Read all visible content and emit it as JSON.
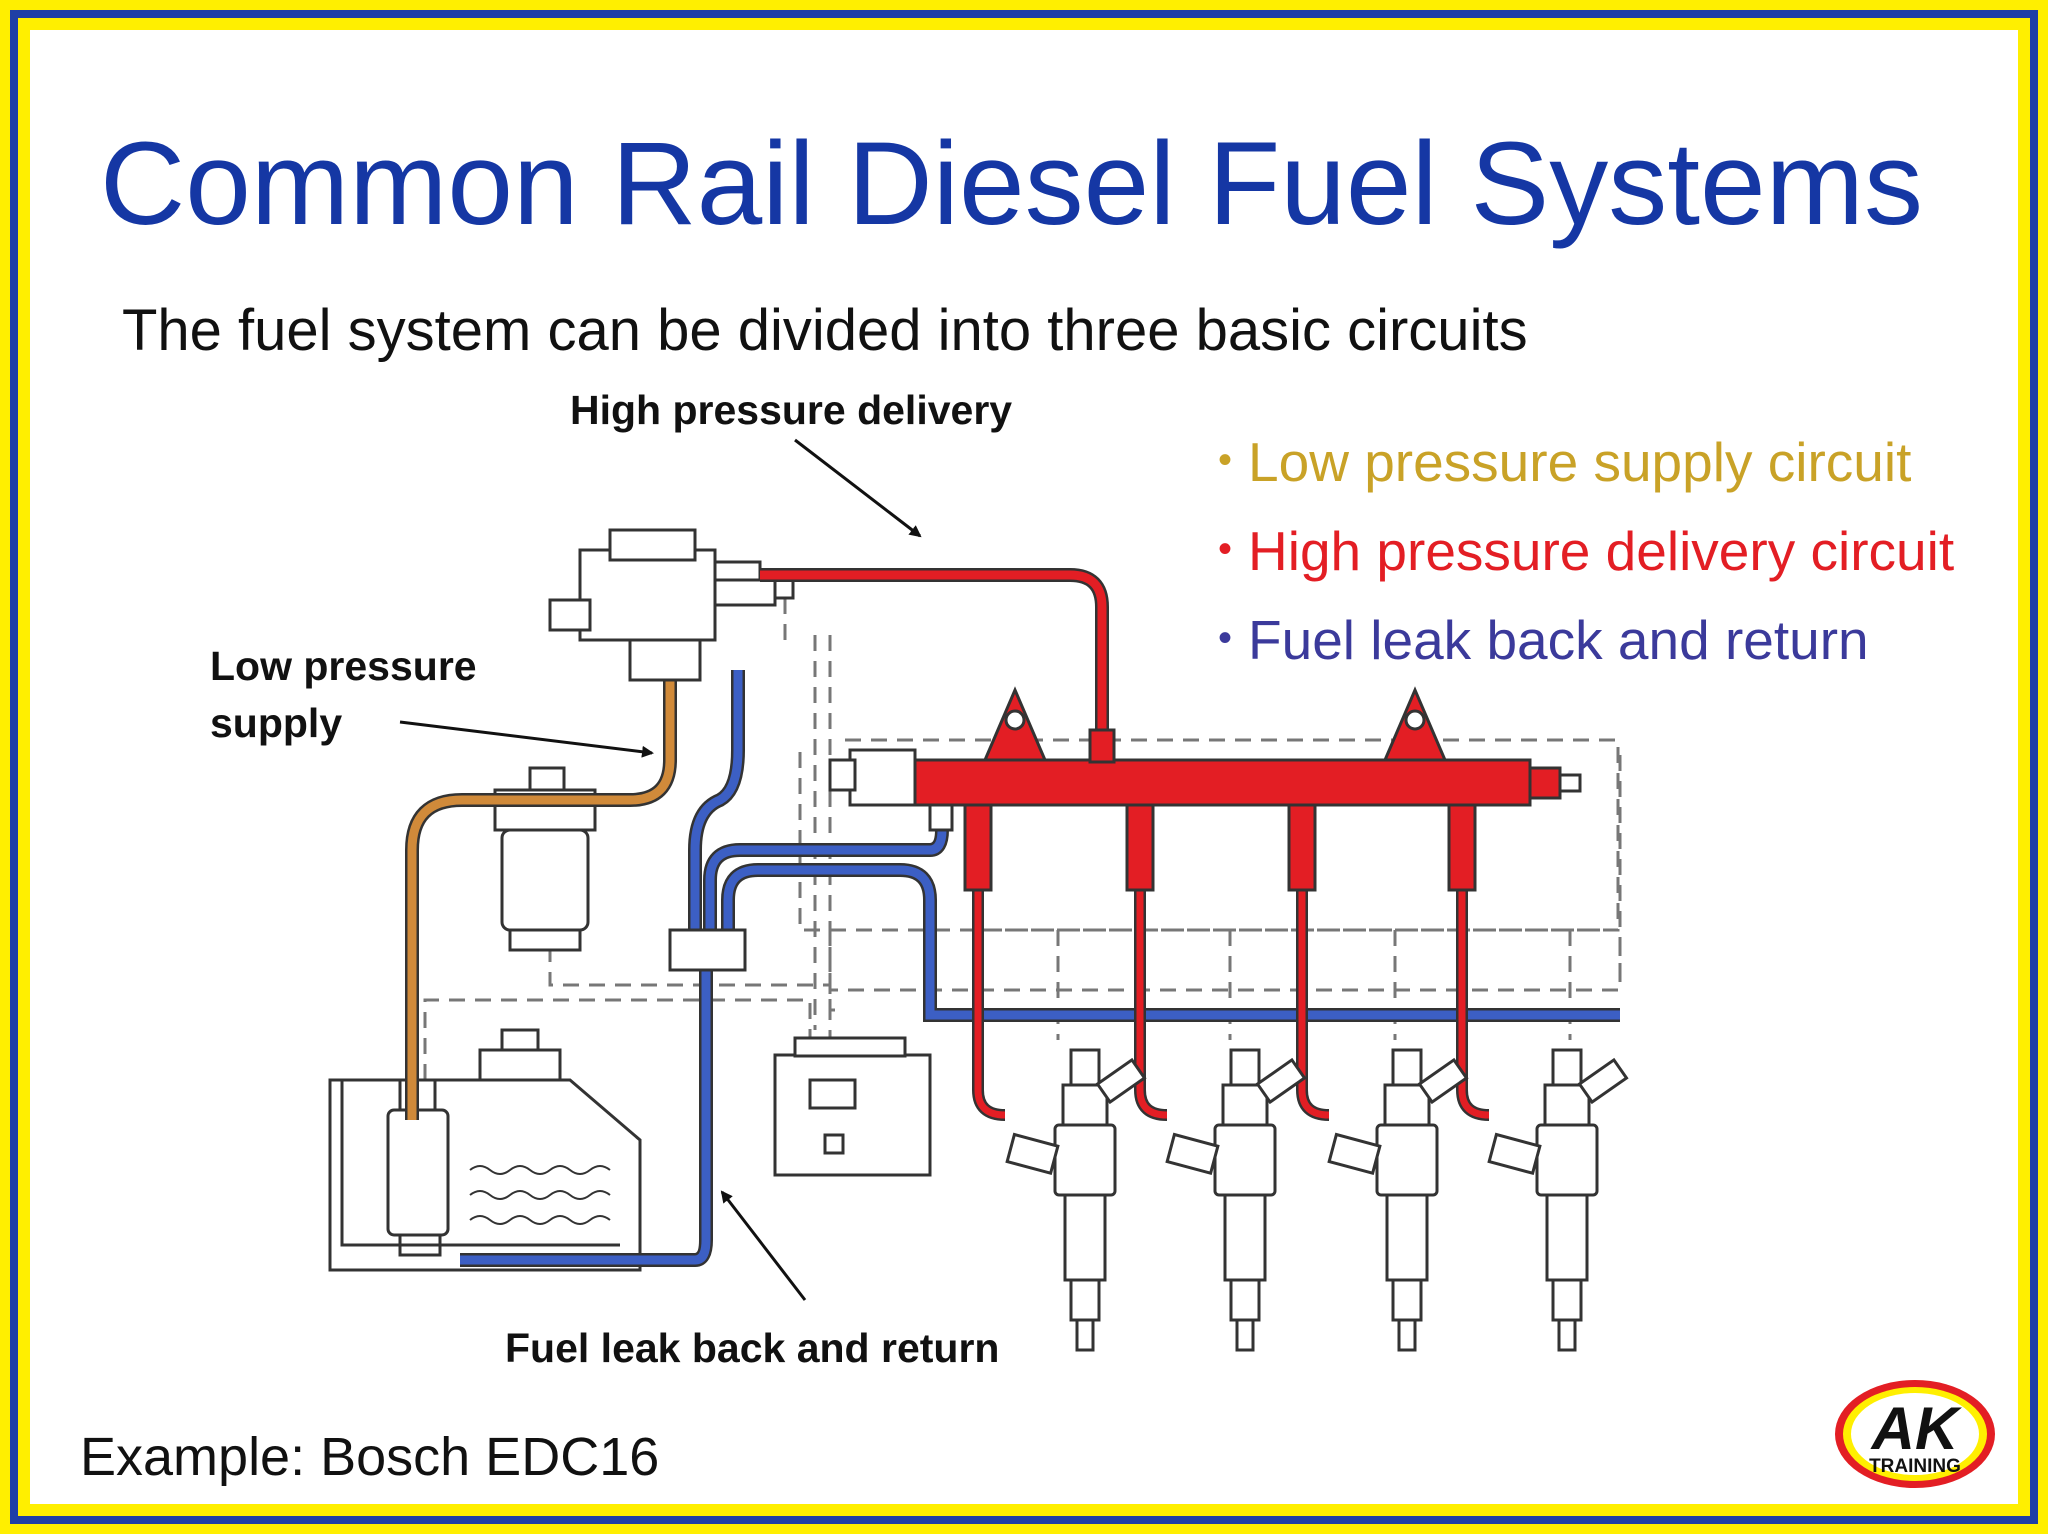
{
  "slide": {
    "title": "Common Rail Diesel Fuel Systems",
    "subtitle": "The fuel system can be divided into three basic circuits",
    "example": "Example: Bosch EDC16"
  },
  "legend": [
    {
      "bullet": "•",
      "text": "Low pressure supply circuit",
      "color": "#c9a227"
    },
    {
      "bullet": "•",
      "text": "High pressure delivery circuit",
      "color": "#e31e24"
    },
    {
      "bullet": "•",
      "text": "Fuel leak back and return",
      "color": "#3b3a9b"
    }
  ],
  "labels": {
    "high_pressure": "High pressure delivery",
    "low_pressure_line1": "Low pressure",
    "low_pressure_line2": "supply",
    "leak_back": "Fuel leak back and return"
  },
  "logo": {
    "text_big": "AK",
    "text_small": "TRAINING"
  },
  "colors": {
    "title": "#1537a4",
    "low_pressure_pipe": "#d08a3a",
    "high_pressure_pipe": "#e31e24",
    "return_pipe": "#3c5fc4",
    "frame_blue": "#1f3fa6",
    "frame_yellow": "#ffef00"
  }
}
